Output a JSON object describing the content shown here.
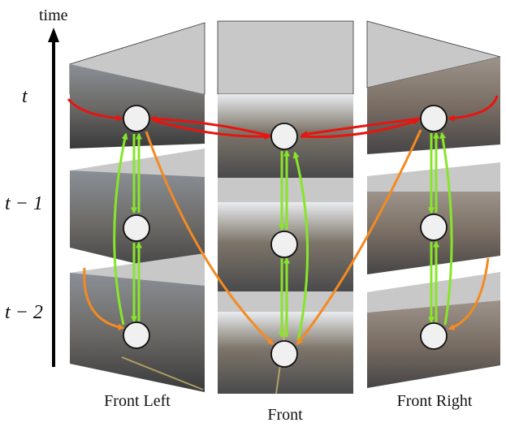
{
  "axis": {
    "label": "time"
  },
  "time_labels": [
    "t",
    "t − 1",
    "t − 2"
  ],
  "cameras": [
    "Front Left",
    "Front",
    "Front Right"
  ],
  "colors": {
    "spatial_edge": "#e8140f",
    "temporal_edge": "#88e62a",
    "cross_edge": "#f48a22",
    "node_fill": "#f0f0f0",
    "frame_gray": "#c8c8c8"
  }
}
